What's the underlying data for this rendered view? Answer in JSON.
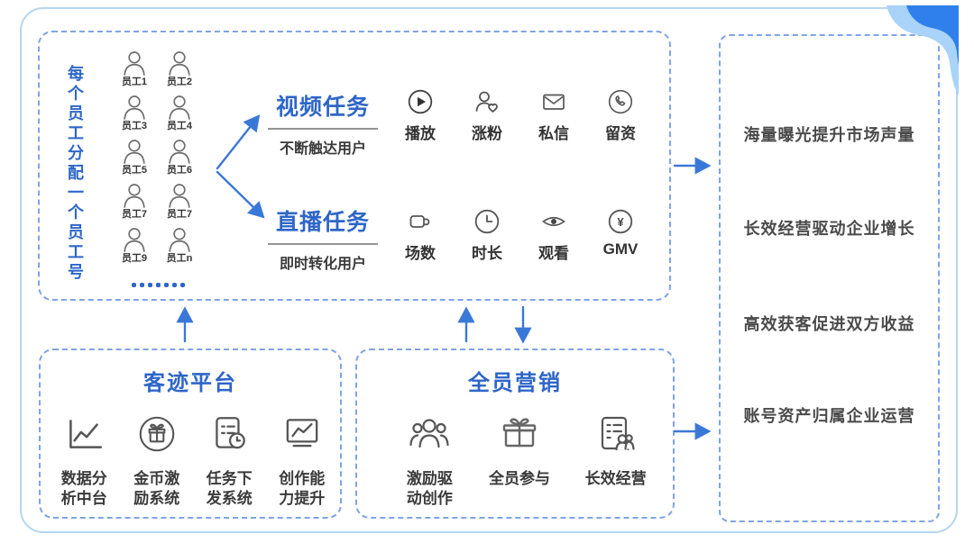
{
  "colors": {
    "accent_blue": "#2e66c8",
    "arrow_blue": "#3a78d8",
    "dashed_border": "#7fa4e4",
    "outer_border": "#b4d6f0",
    "corner_light": "#a9d3f8",
    "corner_dark": "#2f80ec",
    "text_dark": "#3a3a3a",
    "icon_gray": "#5a5a5a"
  },
  "employee_panel": {
    "vertical_label": "每个员工分配一个员工号",
    "employees": [
      "员工1",
      "员工2",
      "员工3",
      "员工4",
      "员工5",
      "员工6",
      "员工7",
      "员工7",
      "员工9",
      "员工n"
    ]
  },
  "tasks": {
    "video": {
      "title": "视频任务",
      "subtitle": "不断触达用户",
      "metrics": [
        {
          "icon": "play-icon",
          "label": "播放"
        },
        {
          "icon": "follower-growth-icon",
          "label": "涨粉"
        },
        {
          "icon": "mail-icon",
          "label": "私信"
        },
        {
          "icon": "phone-icon",
          "label": "留资"
        }
      ]
    },
    "live": {
      "title": "直播任务",
      "subtitle": "即时转化用户",
      "metrics": [
        {
          "icon": "video-camera-icon",
          "label": "场数"
        },
        {
          "icon": "clock-icon",
          "label": "时长"
        },
        {
          "icon": "eye-icon",
          "label": "观看"
        },
        {
          "icon": "yuan-icon",
          "label": "GMV"
        }
      ]
    }
  },
  "platform_panel": {
    "title": "客迹平台",
    "features": [
      {
        "icon": "data-chart-icon",
        "label": "数据分析中台"
      },
      {
        "icon": "coin-incentive-icon",
        "label": "金币激励系统"
      },
      {
        "icon": "task-dispatch-icon",
        "label": "任务下发系统"
      },
      {
        "icon": "creation-boost-icon",
        "label": "创作能力提升"
      }
    ]
  },
  "marketing_panel": {
    "title": "全员营销",
    "features": [
      {
        "icon": "team-icon",
        "label": "激励驱动创作"
      },
      {
        "icon": "gift-icon",
        "label": "全员参与"
      },
      {
        "icon": "doc-person-icon",
        "label": "长效经营"
      }
    ]
  },
  "benefits_panel": {
    "items": [
      "海量曝光提升市场声量",
      "长效经营驱动企业增长",
      "高效获客促进双方收益",
      "账号资产归属企业运营"
    ]
  }
}
